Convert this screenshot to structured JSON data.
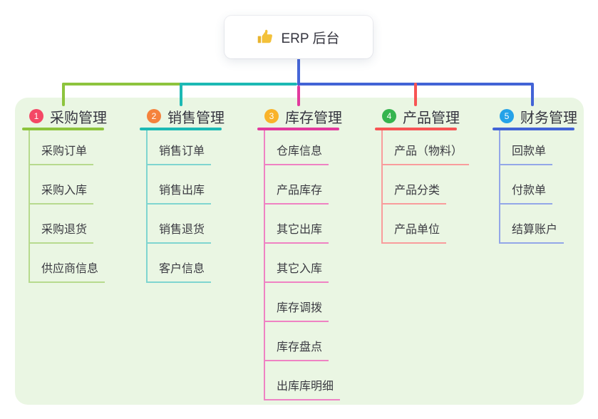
{
  "root": {
    "label": "ERP 后台",
    "icon": "thumbs-up-icon"
  },
  "branches": [
    {
      "index": "1",
      "label": "采购管理",
      "badge_color": "#f44866",
      "line_color": "#8dc43d",
      "child_line_color": "#b7da8e",
      "children": [
        "采购订单",
        "采购入库",
        "采购退货",
        "供应商信息"
      ]
    },
    {
      "index": "2",
      "label": "销售管理",
      "badge_color": "#f5823c",
      "line_color": "#1cb9b4",
      "child_line_color": "#7fd5d0",
      "children": [
        "销售订单",
        "销售出库",
        "销售退货",
        "客户信息"
      ]
    },
    {
      "index": "3",
      "label": "库存管理",
      "badge_color": "#f9b32a",
      "line_color": "#e23a9e",
      "child_line_color": "#ef82c3",
      "children": [
        "仓库信息",
        "产品库存",
        "其它出库",
        "其它入库",
        "库存调拨",
        "库存盘点",
        "出库库明细"
      ]
    },
    {
      "index": "4",
      "label": "产品管理",
      "badge_color": "#35b44e",
      "line_color": "#f75454",
      "child_line_color": "#f99c9c",
      "children": [
        "产品（物料）",
        "产品分类",
        "产品单位"
      ]
    },
    {
      "index": "5",
      "label": "财务管理",
      "badge_color": "#25a2e8",
      "line_color": "#4263d6",
      "child_line_color": "#93a7e8",
      "children": [
        "回款单",
        "付款单",
        "结算账户"
      ]
    }
  ],
  "colors": {
    "panel-bg": "#eaf6e3",
    "root-line": "#4666d8",
    "card-bg": "#ffffff",
    "title-text": "#35353f",
    "leaf-text": "#3b3b42"
  }
}
